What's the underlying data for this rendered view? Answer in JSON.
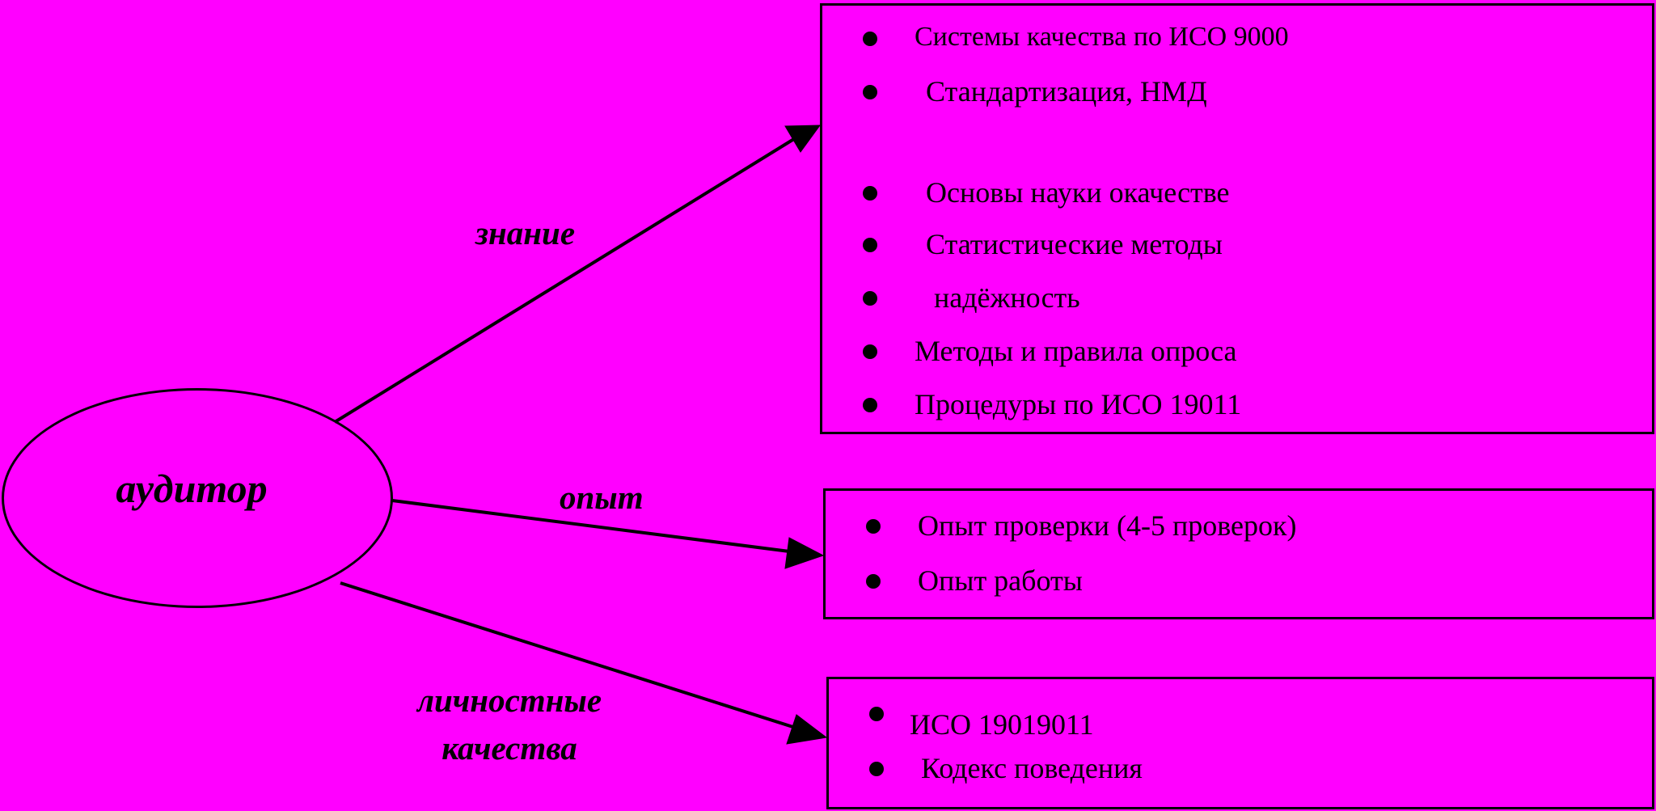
{
  "diagram": {
    "background_color": "#ff00ff",
    "line_color": "#000000",
    "central_node": {
      "label": "аудитор"
    },
    "branches": [
      {
        "id": "knowledge",
        "label": "знание",
        "items": [
          "Системы качества по ИСО 9000",
          "Стандартизация, НМД",
          "Основы науки окачестве",
          "Статистические методы",
          "надёжность",
          "Методы и правила опроса",
          "Процедуры по ИСО 19011"
        ]
      },
      {
        "id": "experience",
        "label": "опыт",
        "items": [
          "Опыт проверки (4-5 проверок)",
          "Опыт работы"
        ]
      },
      {
        "id": "personal",
        "label_lines": [
          "личностные",
          "качества"
        ],
        "items": [
          "ИСО 19019011",
          "Кодекс поведения"
        ]
      }
    ]
  }
}
